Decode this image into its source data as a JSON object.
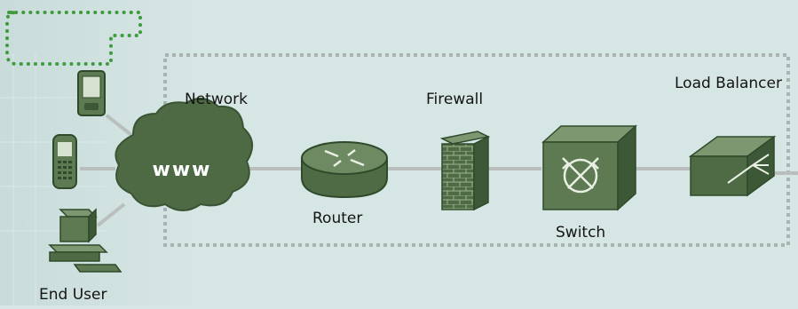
{
  "diagram": {
    "cloud_text": "www",
    "labels": {
      "network": "Network",
      "firewall": "Firewall",
      "load_balancer": "Load Balancer",
      "router": "Router",
      "switch": "Switch",
      "end_user": "End User"
    }
  },
  "colors": {
    "background": "#d6e6e5",
    "device_green": "#5e7a52",
    "device_dark": "#2f4a2a",
    "dotted_border": "#a8b2b0",
    "green_dots": "#3f9a3f",
    "link_line": "#b9bfbd"
  }
}
